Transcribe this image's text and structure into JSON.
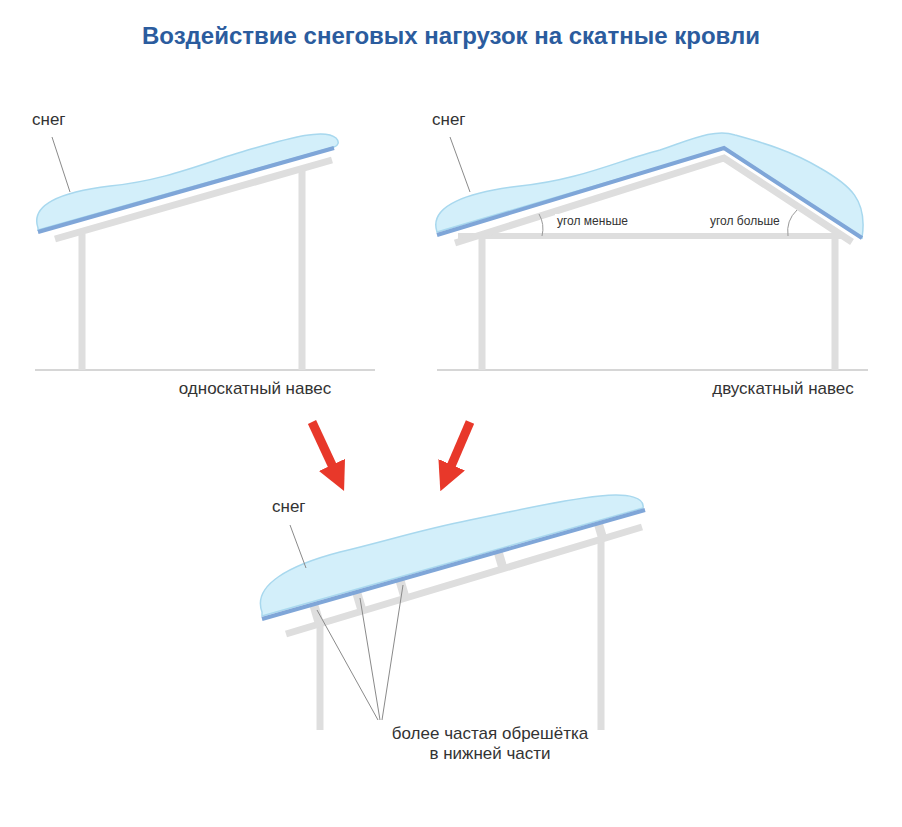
{
  "diagram": {
    "title": "Воздействие снеговых нагрузок на скатные кровли",
    "labels": [
      "снег",
      "снег",
      "угол меньше",
      "угол больше",
      "односкатный навес",
      "двускатный навес",
      "снег",
      "более частая обрешётка в нижней части"
    ]
  }
}
